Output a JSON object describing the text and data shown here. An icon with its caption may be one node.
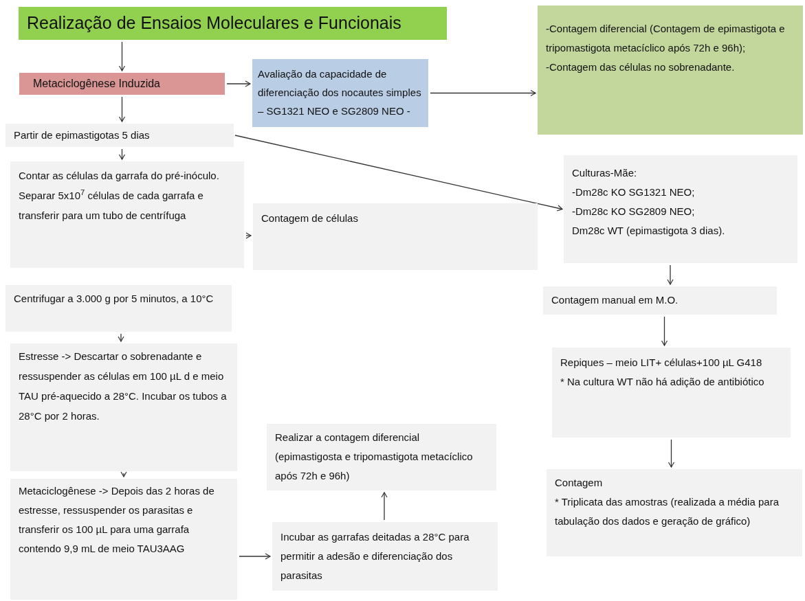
{
  "diagram": {
    "nodes": [
      {
        "text": [
          "Realização de Ensaios Moleculares e Funcionais"
        ]
      },
      {
        "text": [
          "Metaciclogênese Induzida"
        ]
      },
      {
        "text": [
          "Avaliação da capacidade de diferenciação dos nocautes simples – SG1321 NEO e SG2809 NEO -"
        ]
      },
      {
        "text": [
          "-Contagem diferencial (Contagem de epimastigota e tripomastigota metacíclico após 72h e 96h);",
          "-Contagem das células no sobrenadante."
        ]
      },
      {
        "text": [
          "Partir de epimastigotas 5 dias"
        ]
      },
      {
        "text": [
          "Culturas-Mãe:",
          "-Dm28c KO SG1321 NEO;",
          "-Dm28c KO SG2809 NEO;",
          "Dm28c WT (epimastigota 3 dias)."
        ]
      },
      {
        "text": [
          "Contar as células da garrafa do pré-inóculo. Separar 5x10$^{7}$ células de cada garrafa e transferir para um tubo de centrífuga"
        ]
      },
      {
        "text": [
          "Contagem de células"
        ]
      },
      {
        "text": [
          "Centrifugar a 3.000 g por 5 minutos, a 10°C"
        ]
      },
      {
        "text": [
          "Contagem manual em M.O."
        ]
      },
      {
        "text": [
          "Estresse -> Descartar o sobrenadante e ressuspender as células em 100 µL d e meio TAU pré-aquecido a 28°C. Incubar os tubos a 28°C por 2 horas."
        ]
      },
      {
        "text": [
          "Repiques – meio LIT+ células+100 µL G418",
          "* Na cultura WT não há adição de antibiótico"
        ]
      },
      {
        "text": [
          "Realizar a contagem diferencial (epimastigosta e tripomastigota metacíclico após 72h e 96h)"
        ]
      },
      {
        "text": [
          "Contagem",
          "* Triplicata das amostras (realizada a média para tabulação dos dados e geração de gráfico)"
        ]
      },
      {
        "text": [
          "Metaciclogênese -> Depois das 2 horas de estresse, ressuspender os parasitas e transferir os 100 µL para uma garrafa contendo 9,9 mL de meio TAU3AAG"
        ]
      },
      {
        "text": [
          "Incubar as garrafas deitadas a 28°C para permitir a adesão e diferenciação dos parasitas"
        ]
      }
    ],
    "edges": [
      {
        "from": 0,
        "to": 1,
        "arrow": "to"
      },
      {
        "from": 1,
        "to": 2,
        "arrow": "to"
      },
      {
        "from": 2,
        "to": 3,
        "arrow": "to"
      },
      {
        "from": 1,
        "to": 4,
        "arrow": "to"
      },
      {
        "from": 4,
        "to": 5,
        "arrow": "to"
      },
      {
        "from": 4,
        "to": 6,
        "arrow": "to"
      },
      {
        "from": 6,
        "to": 7,
        "arrow": "to"
      },
      {
        "from": 8,
        "to": 10,
        "arrow": "to"
      },
      {
        "from": 10,
        "to": 14,
        "arrow": "to"
      },
      {
        "from": 14,
        "to": 15,
        "arrow": "to"
      },
      {
        "from": 15,
        "to": 12,
        "arrow": "to"
      },
      {
        "from": 5,
        "to": 9,
        "arrow": "to"
      },
      {
        "from": 9,
        "to": 11,
        "arrow": "to"
      },
      {
        "from": 11,
        "to": 13,
        "arrow": "to"
      }
    ]
  }
}
